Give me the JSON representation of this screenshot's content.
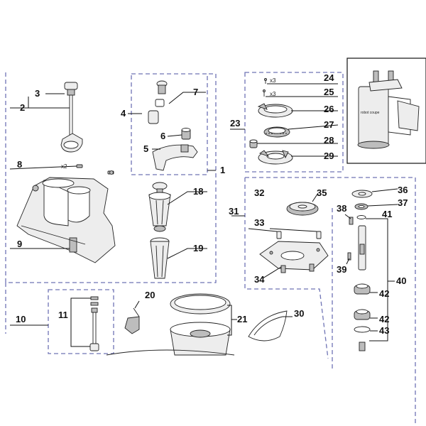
{
  "labels": {
    "l1": "1",
    "l2": "2",
    "l3": "3",
    "l4": "4",
    "l5": "5",
    "l6": "6",
    "l7": "7",
    "l8": "8",
    "l9": "9",
    "l10": "10",
    "l11": "11",
    "l18": "18",
    "l19": "19",
    "l20": "20",
    "l21": "21",
    "l23": "23",
    "l24": "24",
    "l25": "25",
    "l26": "26",
    "l27": "27",
    "l28": "28",
    "l29": "29",
    "l30": "30",
    "l31": "31",
    "l32": "32",
    "l33": "33",
    "l34": "34",
    "l35": "35",
    "l36": "36",
    "l37": "37",
    "l38": "38",
    "l39": "39",
    "l40": "40",
    "l41": "41",
    "l42a": "42",
    "l42b": "42",
    "l43": "43"
  },
  "quantities": {
    "q8": "x2",
    "q24": "x3",
    "q25": "x3"
  }
}
